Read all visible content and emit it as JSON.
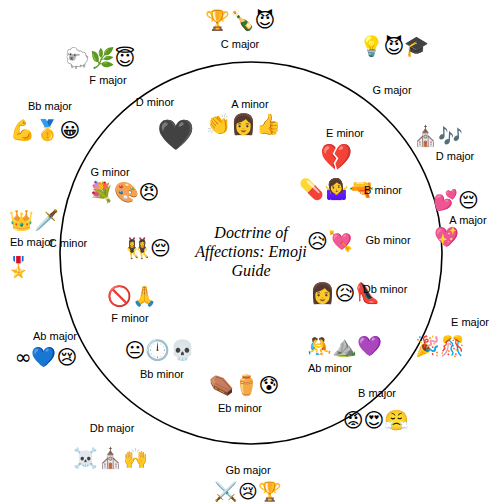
{
  "diagram": {
    "title": "Doctrine of Affections: Emoji Guide",
    "labels": [
      "🏆🍾😈",
      "C major",
      "👏👩👍",
      "A minor",
      "💡😈🎓",
      "G major",
      "💔",
      "E minor",
      "⛪🎶",
      "D major",
      "💊🤷‍♀️🔫",
      "B minor",
      "💕😔",
      "A major",
      "💖",
      "😥💘",
      "Gb minor",
      "👩😥👠",
      "Db minor",
      "E major",
      "🎉🎊",
      "🤼⛰️💜",
      "Ab minor",
      "B major",
      "😡😍😤",
      "⚰️⚱️😰",
      "Eb minor",
      "Gb major",
      "⚔️😢🏆",
      "😐🕛💀",
      "Bb minor",
      "Db major",
      "☠️⛪🙌",
      "🚫🙏",
      "F minor",
      "Ab major",
      "∞💙😢",
      "👯‍♀️😔",
      "C minor",
      "👑🗡️",
      "Eb major",
      "🎖️",
      "💐🎨😠",
      "G minor",
      "Bb major",
      "💪🥇😀",
      "🖤",
      "D minor",
      "🐑🌿😇",
      "F major"
    ]
  }
}
